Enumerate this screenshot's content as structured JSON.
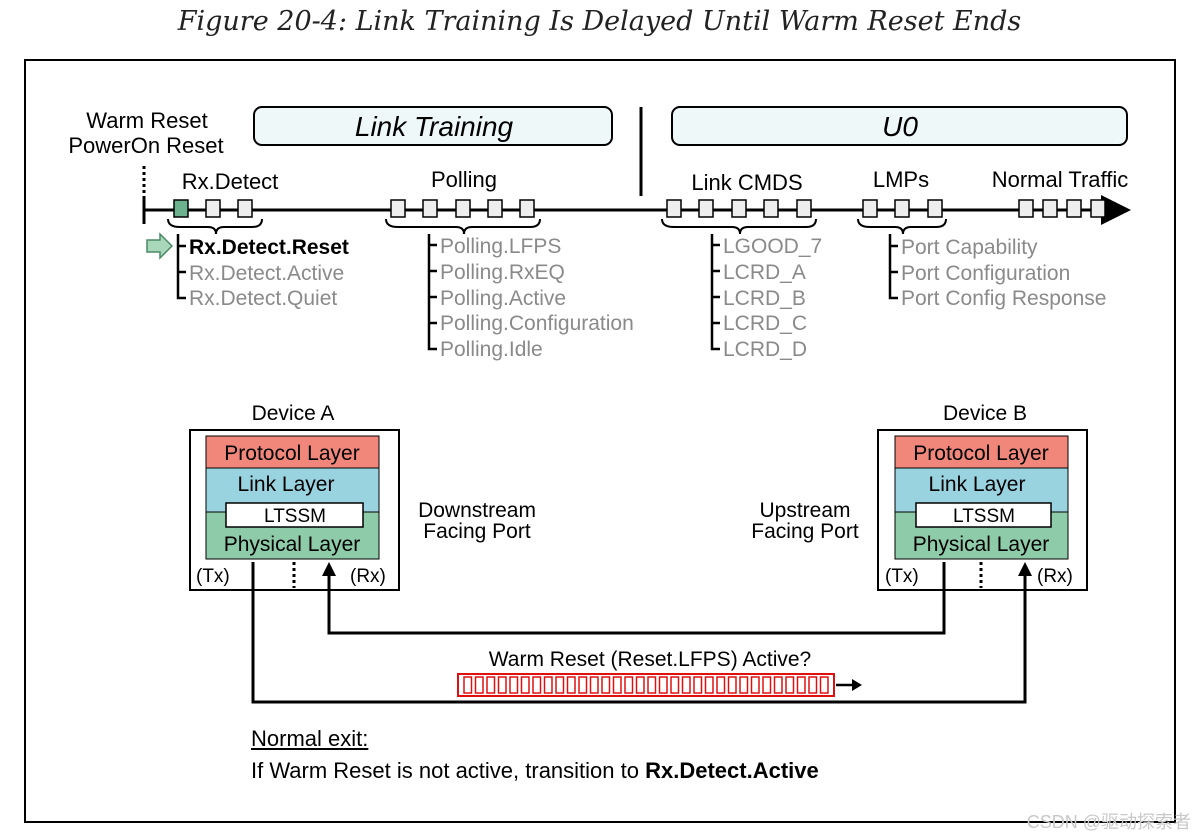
{
  "caption": "Figure 20-4: Link Training Is Delayed Until Warm Reset Ends",
  "timeline": {
    "reset_labels": [
      "Warm Reset",
      "PowerOn Reset"
    ],
    "link_training": "Link Training",
    "u0": "U0",
    "rx_detect": {
      "title": "Rx.Detect",
      "substates": [
        "Rx.Detect.Reset",
        "Rx.Detect.Active",
        "Rx.Detect.Quiet"
      ]
    },
    "polling": {
      "title": "Polling",
      "substates": [
        "Polling.LFPS",
        "Polling.RxEQ",
        "Polling.Active",
        "Polling.Configuration",
        "Polling.Idle"
      ]
    },
    "link_cmds": {
      "title": "Link CMDS",
      "substates": [
        "LGOOD_7",
        "LCRD_A",
        "LCRD_B",
        "LCRD_C",
        "LCRD_D"
      ]
    },
    "lmps": {
      "title": "LMPs",
      "substates": [
        "Port Capability",
        "Port Configuration",
        "Port Config Response"
      ]
    },
    "normal_traffic": "Normal Traffic"
  },
  "device_a": {
    "title": "Device A",
    "protocol": "Protocol Layer",
    "link": "Link Layer",
    "ltssm": "LTSSM",
    "physical": "Physical Layer",
    "tx": "(Tx)",
    "rx": "(Rx)",
    "port_line1": "Downstream",
    "port_line2": "Facing Port"
  },
  "device_b": {
    "title": "Device B",
    "protocol": "Protocol Layer",
    "link": "Link Layer",
    "ltssm": "LTSSM",
    "physical": "Physical Layer",
    "tx": "(Tx)",
    "rx": "(Rx)",
    "port_line1": "Upstream",
    "port_line2": "Facing Port"
  },
  "signal_label": "Warm Reset (Reset.LFPS) Active?",
  "footer": {
    "title": "Normal exit:",
    "text": "If Warm Reset is not active, transition to ",
    "bold": "Rx.Detect.Active"
  },
  "watermark": "CSDN @驱动探索者",
  "colors": {
    "protocol_layer": "#f0877a",
    "link_layer": "#9ad3e0",
    "physical_layer": "#8ecba8",
    "banner_fill": "#eef8f8",
    "active_state": "#6cb28e",
    "lfps_red": "#e01010",
    "substate_gray": "#8a8a8a"
  }
}
